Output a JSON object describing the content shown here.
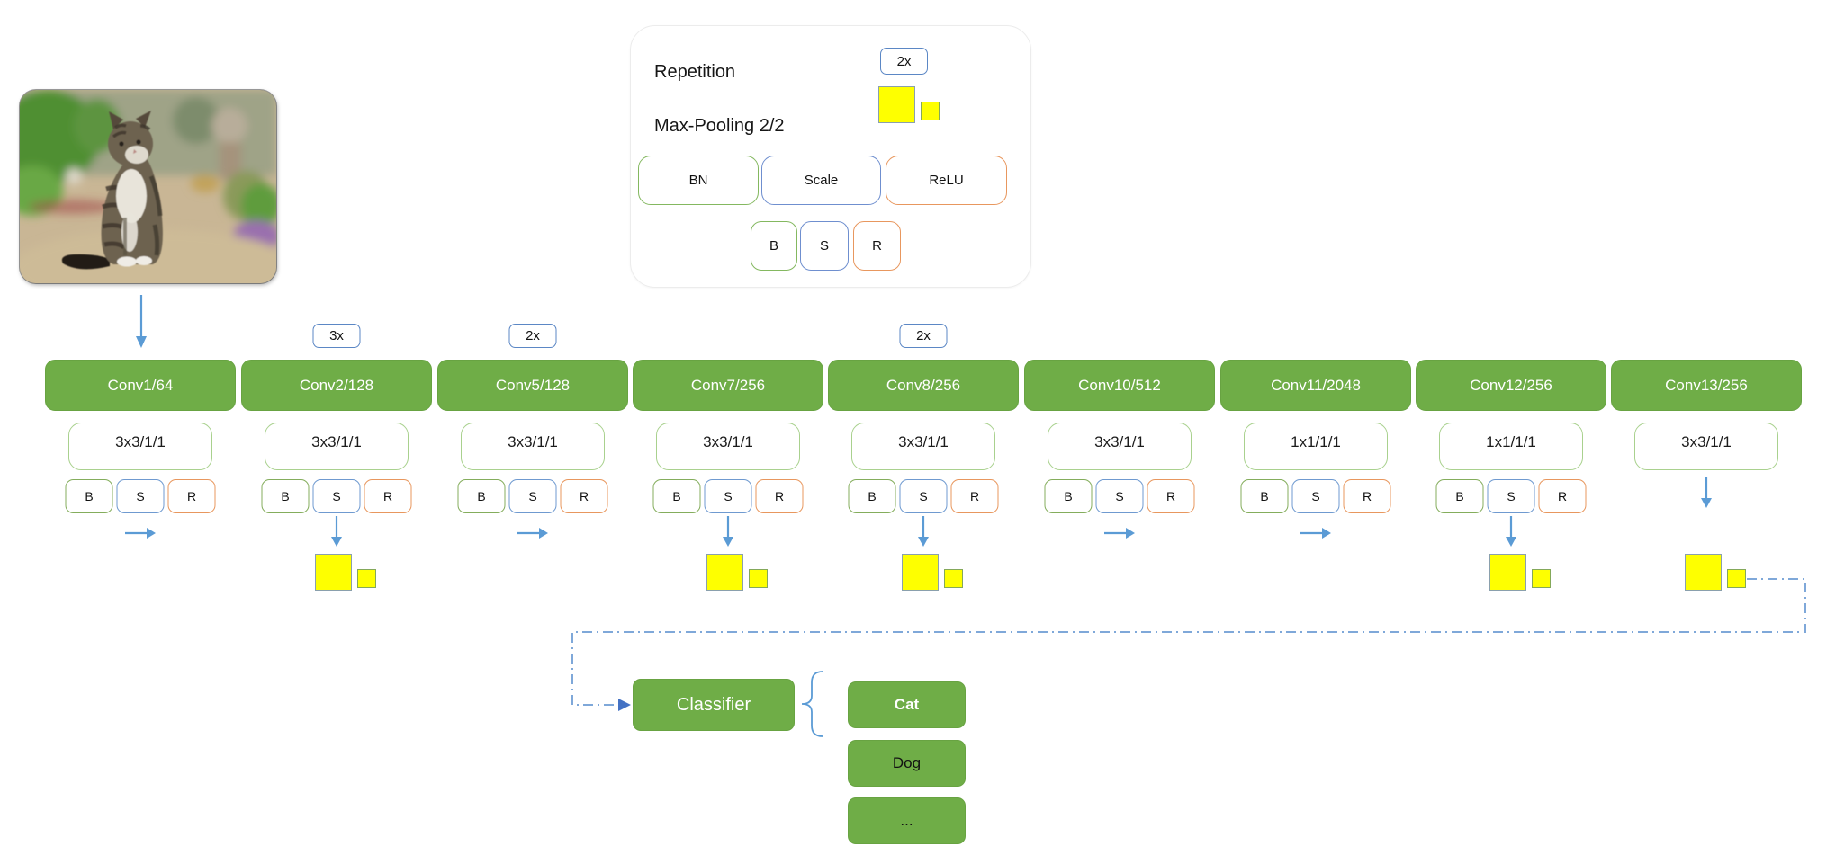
{
  "legend": {
    "repetition_label": "Repetition",
    "repetition_badge": "2x",
    "max_pooling_label": "Max-Pooling 2/2",
    "stages": [
      "BN",
      "Scale",
      "ReLU"
    ],
    "stage_abbreviations": [
      "B",
      "S",
      "R"
    ]
  },
  "columns": [
    {
      "title": "Conv1/64",
      "kernel": "3x3/1/1",
      "badge": null,
      "bsr": [
        "B",
        "S",
        "R"
      ],
      "arrow": "right",
      "pooling": false
    },
    {
      "title": "Conv2/128",
      "kernel": "3x3/1/1",
      "badge": "3x",
      "bsr": [
        "B",
        "S",
        "R"
      ],
      "arrow": "down",
      "pooling": true
    },
    {
      "title": "Conv5/128",
      "kernel": "3x3/1/1",
      "badge": "2x",
      "bsr": [
        "B",
        "S",
        "R"
      ],
      "arrow": "right",
      "pooling": false
    },
    {
      "title": "Conv7/256",
      "kernel": "3x3/1/1",
      "badge": null,
      "bsr": [
        "B",
        "S",
        "R"
      ],
      "arrow": "down",
      "pooling": true
    },
    {
      "title": "Conv8/256",
      "kernel": "3x3/1/1",
      "badge": "2x",
      "bsr": [
        "B",
        "S",
        "R"
      ],
      "arrow": "down",
      "pooling": true
    },
    {
      "title": "Conv10/512",
      "kernel": "3x3/1/1",
      "badge": null,
      "bsr": [
        "B",
        "S",
        "R"
      ],
      "arrow": "right",
      "pooling": false
    },
    {
      "title": "Conv11/2048",
      "kernel": "1x1/1/1",
      "badge": null,
      "bsr": [
        "B",
        "S",
        "R"
      ],
      "arrow": "right",
      "pooling": false
    },
    {
      "title": "Conv12/256",
      "kernel": "1x1/1/1",
      "badge": null,
      "bsr": [
        "B",
        "S",
        "R"
      ],
      "arrow": "down",
      "pooling": true
    },
    {
      "title": "Conv13/256",
      "kernel": "3x3/1/1",
      "badge": null,
      "bsr": null,
      "arrow": "down",
      "pooling": true
    }
  ],
  "classifier": {
    "label": "Classifier",
    "outputs": [
      {
        "label": "Cat",
        "highlight": true
      },
      {
        "label": "Dog",
        "highlight": false
      },
      {
        "label": "...",
        "highlight": false
      }
    ]
  },
  "colors": {
    "box_green": "#6fad47",
    "pool_yellow": "#feff00",
    "arrow_blue": "#5b9bd5",
    "badge_border_blue": "#5b87c5",
    "stage_green_border": "#84b860",
    "stage_blue_border": "#6f8fcf",
    "stage_orange_border": "#e8975e",
    "dash_line_blue": "#7fa8d9"
  }
}
